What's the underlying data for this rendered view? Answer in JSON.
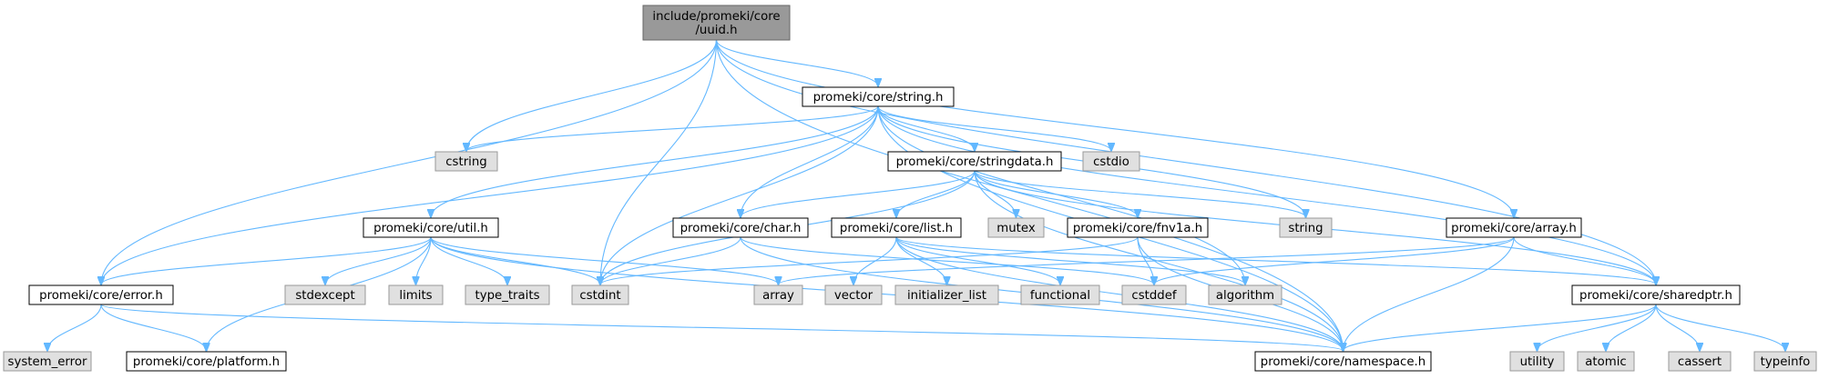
{
  "colors": {
    "root_fill": "#999999",
    "root_stroke": "#666666",
    "project_fill": "#ffffff",
    "project_stroke": "#000000",
    "system_fill": "#e0e0e0",
    "system_stroke": "#999999",
    "edge": "#63b8ff"
  },
  "nodes": [
    {
      "id": "uuid",
      "lines": [
        "include/promeki/core",
        "/uuid.h"
      ],
      "kind": "root"
    },
    {
      "id": "string_h",
      "lines": [
        "promeki/core/string.h"
      ],
      "kind": "project"
    },
    {
      "id": "cstring",
      "lines": [
        "cstring"
      ],
      "kind": "system"
    },
    {
      "id": "stringdata",
      "lines": [
        "promeki/core/stringdata.h"
      ],
      "kind": "project"
    },
    {
      "id": "cstdio",
      "lines": [
        "cstdio"
      ],
      "kind": "system"
    },
    {
      "id": "util",
      "lines": [
        "promeki/core/util.h"
      ],
      "kind": "project"
    },
    {
      "id": "char",
      "lines": [
        "promeki/core/char.h"
      ],
      "kind": "project"
    },
    {
      "id": "list",
      "lines": [
        "promeki/core/list.h"
      ],
      "kind": "project"
    },
    {
      "id": "mutex",
      "lines": [
        "mutex"
      ],
      "kind": "system"
    },
    {
      "id": "fnv1a",
      "lines": [
        "promeki/core/fnv1a.h"
      ],
      "kind": "project"
    },
    {
      "id": "string",
      "lines": [
        "string"
      ],
      "kind": "system"
    },
    {
      "id": "array_h",
      "lines": [
        "promeki/core/array.h"
      ],
      "kind": "project"
    },
    {
      "id": "error",
      "lines": [
        "promeki/core/error.h"
      ],
      "kind": "project"
    },
    {
      "id": "stdexcept",
      "lines": [
        "stdexcept"
      ],
      "kind": "system"
    },
    {
      "id": "limits",
      "lines": [
        "limits"
      ],
      "kind": "system"
    },
    {
      "id": "type_traits",
      "lines": [
        "type_traits"
      ],
      "kind": "system"
    },
    {
      "id": "cstdint",
      "lines": [
        "cstdint"
      ],
      "kind": "system"
    },
    {
      "id": "array",
      "lines": [
        "array"
      ],
      "kind": "system"
    },
    {
      "id": "vector",
      "lines": [
        "vector"
      ],
      "kind": "system"
    },
    {
      "id": "initializer_list",
      "lines": [
        "initializer_list"
      ],
      "kind": "system"
    },
    {
      "id": "functional",
      "lines": [
        "functional"
      ],
      "kind": "system"
    },
    {
      "id": "cstddef",
      "lines": [
        "cstddef"
      ],
      "kind": "system"
    },
    {
      "id": "algorithm",
      "lines": [
        "algorithm"
      ],
      "kind": "system"
    },
    {
      "id": "sharedptr",
      "lines": [
        "promeki/core/sharedptr.h"
      ],
      "kind": "project"
    },
    {
      "id": "system_error",
      "lines": [
        "system_error"
      ],
      "kind": "system"
    },
    {
      "id": "platform",
      "lines": [
        "promeki/core/platform.h"
      ],
      "kind": "project"
    },
    {
      "id": "namespace",
      "lines": [
        "promeki/core/namespace.h"
      ],
      "kind": "project"
    },
    {
      "id": "utility",
      "lines": [
        "utility"
      ],
      "kind": "system"
    },
    {
      "id": "atomic",
      "lines": [
        "atomic"
      ],
      "kind": "system"
    },
    {
      "id": "cassert",
      "lines": [
        "cassert"
      ],
      "kind": "system"
    },
    {
      "id": "typeinfo",
      "lines": [
        "typeinfo"
      ],
      "kind": "system"
    }
  ],
  "edges": [
    [
      "uuid",
      "string_h"
    ],
    [
      "uuid",
      "cstring"
    ],
    [
      "uuid",
      "cstdint"
    ],
    [
      "uuid",
      "error"
    ],
    [
      "uuid",
      "array_h"
    ],
    [
      "uuid",
      "sharedptr"
    ],
    [
      "uuid",
      "namespace"
    ],
    [
      "string_h",
      "cstring"
    ],
    [
      "string_h",
      "stringdata"
    ],
    [
      "string_h",
      "cstdio"
    ],
    [
      "string_h",
      "util"
    ],
    [
      "string_h",
      "char"
    ],
    [
      "string_h",
      "string"
    ],
    [
      "string_h",
      "error"
    ],
    [
      "string_h",
      "cstdint"
    ],
    [
      "string_h",
      "algorithm"
    ],
    [
      "string_h",
      "sharedptr"
    ],
    [
      "string_h",
      "namespace"
    ],
    [
      "stringdata",
      "char"
    ],
    [
      "stringdata",
      "list"
    ],
    [
      "stringdata",
      "mutex"
    ],
    [
      "stringdata",
      "fnv1a"
    ],
    [
      "stringdata",
      "string"
    ],
    [
      "stringdata",
      "cstdint"
    ],
    [
      "stringdata",
      "sharedptr"
    ],
    [
      "stringdata",
      "namespace"
    ],
    [
      "util",
      "error"
    ],
    [
      "util",
      "stdexcept"
    ],
    [
      "util",
      "limits"
    ],
    [
      "util",
      "type_traits"
    ],
    [
      "util",
      "cstdint"
    ],
    [
      "util",
      "array"
    ],
    [
      "util",
      "platform"
    ],
    [
      "util",
      "namespace"
    ],
    [
      "char",
      "cstdint"
    ],
    [
      "char",
      "cstddef"
    ],
    [
      "char",
      "namespace"
    ],
    [
      "list",
      "vector"
    ],
    [
      "list",
      "initializer_list"
    ],
    [
      "list",
      "functional"
    ],
    [
      "list",
      "algorithm"
    ],
    [
      "list",
      "sharedptr"
    ],
    [
      "list",
      "namespace"
    ],
    [
      "fnv1a",
      "cstdint"
    ],
    [
      "fnv1a",
      "cstddef"
    ],
    [
      "fnv1a",
      "namespace"
    ],
    [
      "array_h",
      "array"
    ],
    [
      "array_h",
      "cstddef"
    ],
    [
      "array_h",
      "sharedptr"
    ],
    [
      "array_h",
      "namespace"
    ],
    [
      "error",
      "system_error"
    ],
    [
      "error",
      "platform"
    ],
    [
      "error",
      "namespace"
    ],
    [
      "sharedptr",
      "utility"
    ],
    [
      "sharedptr",
      "atomic"
    ],
    [
      "sharedptr",
      "cassert"
    ],
    [
      "sharedptr",
      "typeinfo"
    ],
    [
      "sharedptr",
      "namespace"
    ]
  ]
}
